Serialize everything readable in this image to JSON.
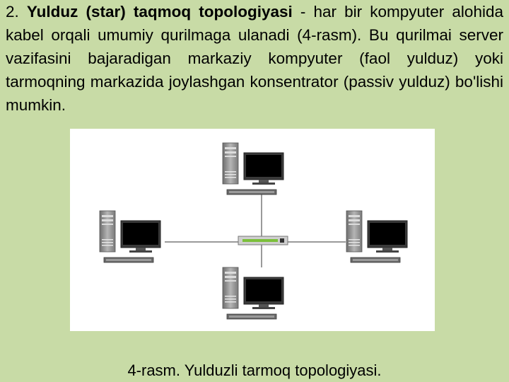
{
  "paragraph": {
    "number": "2.",
    "bold_title": "Yulduz (star) taqmoq topologiyasi",
    "body": " - har bir kompyuter alohida kabel orqali umumiy qurilmaga ulanadi (4-rasm). Bu qurilmai server vazifasini bajaradigan markaziy kompyuter (faol yulduz) yoki tarmoqning markazida joylashgan konsentrator (passiv yulduz) bo'lishi mumkin."
  },
  "figure": {
    "icons": [
      "computer-icon",
      "hub-icon"
    ],
    "colors": {
      "cable": "#9a9a9a",
      "tower": "#8c8c8c",
      "screen": "#111111",
      "hub_led": "#7bbf3a"
    }
  },
  "caption": "4-rasm. Yulduzli tarmoq topologiyasi."
}
